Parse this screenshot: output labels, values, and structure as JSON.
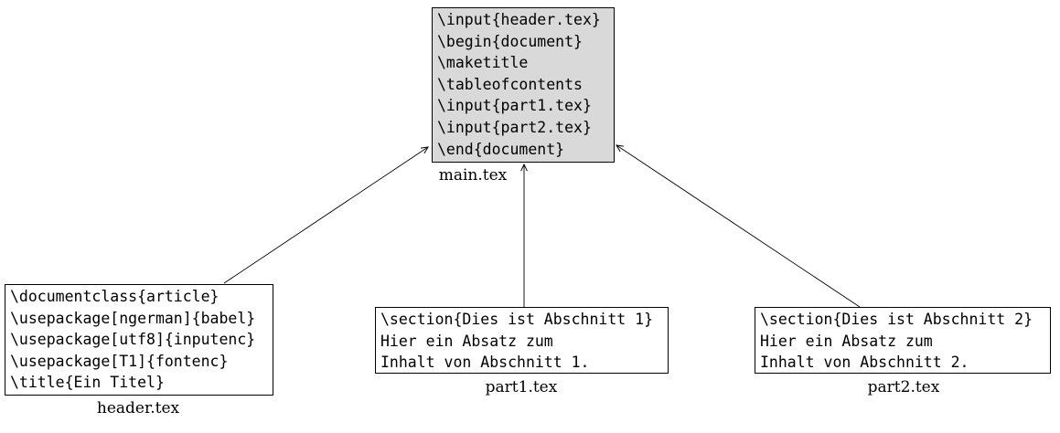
{
  "diagram": {
    "colors": {
      "background": "#ffffff",
      "main_node_fill": "#d9d9d9",
      "include_node_fill": "#ffffff",
      "border": "#000000",
      "edge": "#000000"
    },
    "nodes": {
      "main": {
        "label": "main.tex",
        "fill": "#d9d9d9",
        "lines": [
          "\\input{header.tex}",
          "\\begin{document}",
          "\\maketitle",
          "\\tableofcontents",
          "\\input{part1.tex}",
          "\\input{part2.tex}",
          "\\end{document}"
        ]
      },
      "header": {
        "label": "header.tex",
        "fill": "#ffffff",
        "lines": [
          "\\documentclass{article}",
          "\\usepackage[ngerman]{babel}",
          "\\usepackage[utf8]{inputenc}",
          "\\usepackage[T1]{fontenc}",
          "\\title{Ein Titel}"
        ]
      },
      "part1": {
        "label": "part1.tex",
        "fill": "#ffffff",
        "lines": [
          "\\section{Dies ist Abschnitt 1}",
          "Hier ein Absatz zum",
          "Inhalt von Abschnitt 1."
        ]
      },
      "part2": {
        "label": "part2.tex",
        "fill": "#ffffff",
        "lines": [
          "\\section{Dies ist Abschnitt 2}",
          "Hier ein Absatz zum",
          "Inhalt von Abschnitt 2."
        ]
      }
    },
    "edges": [
      {
        "from": "header.tex",
        "to": "main.tex"
      },
      {
        "from": "part1.tex",
        "to": "main.tex"
      },
      {
        "from": "part2.tex",
        "to": "main.tex"
      }
    ]
  }
}
